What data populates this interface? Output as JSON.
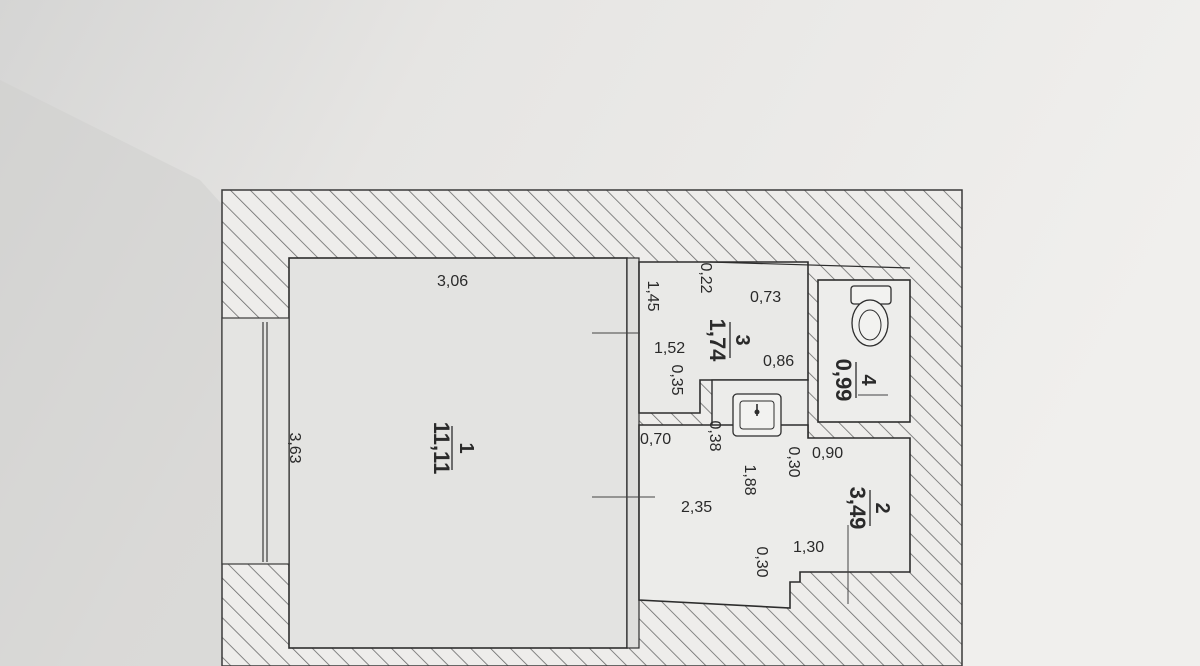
{
  "rooms": [
    {
      "number": "1",
      "area": "11,11"
    },
    {
      "number": "2",
      "area": "3,49"
    },
    {
      "number": "3",
      "area": "1,74"
    },
    {
      "number": "4",
      "area": "0,99"
    }
  ],
  "dimensions": {
    "room1_width": "3,06",
    "room1_length": "3,63",
    "room3_a": "1,45",
    "room3_b": "0,22",
    "room3_c": "0,73",
    "room3_d": "1,52",
    "room3_e": "0,86",
    "room3_f": "0,35",
    "room2_a": "0,70",
    "room2_b": "0,38",
    "room2_c": "0,30",
    "room2_d": "0,90",
    "room2_e": "1,88",
    "room2_f": "2,35",
    "room2_g": "1,30",
    "room2_h": "0,30"
  },
  "fixtures": [
    "toilet-icon",
    "sink-icon"
  ]
}
